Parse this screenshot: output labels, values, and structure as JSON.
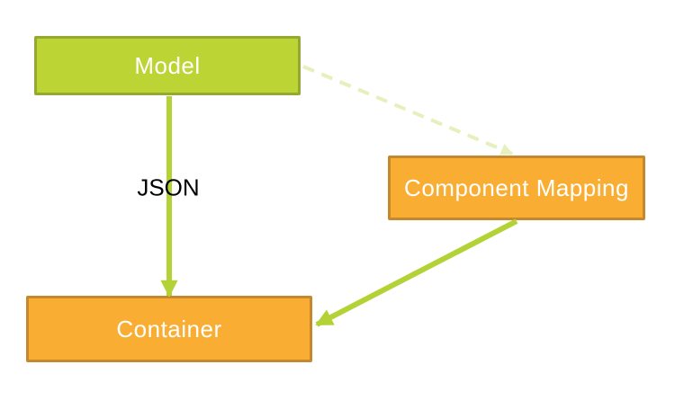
{
  "diagram": {
    "nodes": [
      {
        "id": "model",
        "label": "Model",
        "color": "green"
      },
      {
        "id": "component-mapping",
        "label": "Component Mapping",
        "color": "orange"
      },
      {
        "id": "container",
        "label": "Container",
        "color": "orange"
      }
    ],
    "edges": [
      {
        "id": "model-to-container",
        "from": "model",
        "to": "container",
        "label": "JSON",
        "style": "solid-arrow"
      },
      {
        "id": "model-to-component-mapping",
        "from": "model",
        "to": "component-mapping",
        "label": "",
        "style": "dashed-arrow"
      },
      {
        "id": "component-mapping-to-container",
        "from": "component-mapping",
        "to": "container",
        "label": "",
        "style": "solid-arrow"
      }
    ]
  },
  "colors": {
    "background": "#ffffff",
    "green-fill": "#bdd435",
    "green-border": "#94a832",
    "orange-fill": "#f9ad33",
    "orange-border": "#c5882c",
    "arrow-green": "#b2d235",
    "arrow-pale": "#e6f0bd",
    "node-text": "#ffffff",
    "edge-label-text": "#000000"
  }
}
